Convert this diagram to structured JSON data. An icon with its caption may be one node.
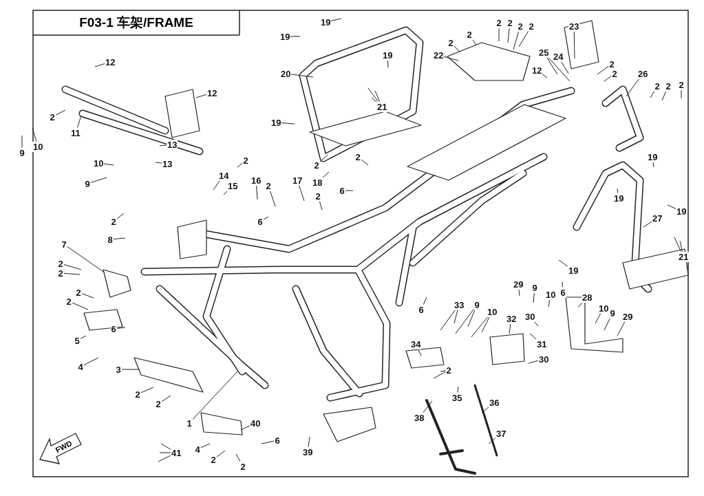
{
  "diagram": {
    "title": "F03-1 车架/FRAME",
    "nodes": [
      {
        "text": [
          "12"
        ]
      },
      {
        "text": [
          "12"
        ]
      },
      {
        "text": [
          "2"
        ]
      },
      {
        "text": [
          "11"
        ]
      },
      {
        "text": [
          "9"
        ]
      },
      {
        "text": [
          "10"
        ]
      },
      {
        "text": [
          "13"
        ]
      },
      {
        "text": [
          "13"
        ]
      },
      {
        "text": [
          "10"
        ]
      },
      {
        "text": [
          "9"
        ]
      },
      {
        "text": [
          "14"
        ]
      },
      {
        "text": [
          "15"
        ]
      },
      {
        "text": [
          "2"
        ]
      },
      {
        "text": [
          "8"
        ]
      },
      {
        "text": [
          "19"
        ]
      },
      {
        "text": [
          "19"
        ]
      },
      {
        "text": [
          "20"
        ]
      },
      {
        "text": [
          "19"
        ]
      },
      {
        "text": [
          "21"
        ]
      },
      {
        "text": [
          "22"
        ]
      },
      {
        "text": [
          "2"
        ]
      },
      {
        "text": [
          "2"
        ]
      },
      {
        "text": [
          "2"
        ]
      },
      {
        "text": [
          "2"
        ]
      },
      {
        "text": [
          "2"
        ]
      },
      {
        "text": [
          "2"
        ]
      },
      {
        "text": [
          "23"
        ]
      },
      {
        "text": [
          "25"
        ]
      },
      {
        "text": [
          "24"
        ]
      },
      {
        "text": [
          "12"
        ]
      },
      {
        "text": [
          "2"
        ]
      },
      {
        "text": [
          "2"
        ]
      },
      {
        "text": [
          "26"
        ]
      },
      {
        "text": [
          "2"
        ]
      },
      {
        "text": [
          "2"
        ]
      },
      {
        "text": [
          "2"
        ]
      },
      {
        "text": [
          "19"
        ]
      },
      {
        "text": [
          "2"
        ]
      },
      {
        "text": [
          "2"
        ]
      },
      {
        "text": [
          "2"
        ]
      },
      {
        "text": [
          "18"
        ]
      },
      {
        "text": [
          "16"
        ]
      },
      {
        "text": [
          "2"
        ]
      },
      {
        "text": [
          "17"
        ]
      },
      {
        "text": [
          "2"
        ]
      },
      {
        "text": [
          "6"
        ]
      },
      {
        "text": [
          "6"
        ]
      },
      {
        "text": [
          "19"
        ]
      },
      {
        "text": [
          "19"
        ]
      },
      {
        "text": [
          "19"
        ]
      },
      {
        "text": [
          "27"
        ]
      },
      {
        "text": [
          "7"
        ]
      },
      {
        "text": [
          "21"
        ]
      },
      {
        "text": [
          "2"
        ]
      },
      {
        "text": [
          "2"
        ]
      },
      {
        "text": [
          "2"
        ]
      },
      {
        "text": [
          "2"
        ]
      },
      {
        "text": [
          "19"
        ]
      },
      {
        "text": [
          "6"
        ]
      },
      {
        "text": [
          "6"
        ]
      },
      {
        "text": [
          "29"
        ]
      },
      {
        "text": [
          "9"
        ]
      },
      {
        "text": [
          "10"
        ]
      },
      {
        "text": [
          "28"
        ]
      },
      {
        "text": [
          "33"
        ]
      },
      {
        "text": [
          "9"
        ]
      },
      {
        "text": [
          "10"
        ]
      },
      {
        "text": [
          "32"
        ]
      },
      {
        "text": [
          "30"
        ]
      },
      {
        "text": [
          "10"
        ]
      },
      {
        "text": [
          "9"
        ]
      },
      {
        "text": [
          "29"
        ]
      },
      {
        "text": [
          "6"
        ]
      },
      {
        "text": [
          "5"
        ]
      },
      {
        "text": [
          "31"
        ]
      },
      {
        "text": [
          "34"
        ]
      },
      {
        "text": [
          "30"
        ]
      },
      {
        "text": [
          "4"
        ]
      },
      {
        "text": [
          "3"
        ]
      },
      {
        "text": [
          "2"
        ]
      },
      {
        "text": [
          "2"
        ]
      },
      {
        "text": [
          "2"
        ]
      },
      {
        "text": [
          "35"
        ]
      },
      {
        "text": [
          "36"
        ]
      },
      {
        "text": [
          "38"
        ]
      },
      {
        "text": [
          "1"
        ]
      },
      {
        "text": [
          "40"
        ]
      },
      {
        "text": [
          "37"
        ]
      },
      {
        "text": [
          "6"
        ]
      },
      {
        "text": [
          "4"
        ]
      },
      {
        "text": [
          "41"
        ]
      },
      {
        "text": [
          "39"
        ]
      },
      {
        "text": [
          "2"
        ]
      },
      {
        "text": [
          "2"
        ]
      }
    ],
    "edges": [
      {
        "from": 0,
        "to": null,
        "arrow": "none"
      },
      {
        "from": 1,
        "to": null,
        "arrow": "none"
      },
      {
        "from": 2,
        "to": null,
        "arrow": "none"
      },
      {
        "from": 3,
        "to": null,
        "arrow": "none"
      },
      {
        "from": 4,
        "to": null,
        "arrow": "none"
      },
      {
        "from": 5,
        "to": null,
        "arrow": "none"
      },
      {
        "from": 6,
        "to": null,
        "arrow": "none"
      },
      {
        "from": 7,
        "to": null,
        "arrow": "none"
      },
      {
        "from": 8,
        "to": null,
        "arrow": "none"
      },
      {
        "from": 9,
        "to": null,
        "arrow": "none"
      },
      {
        "from": 10,
        "to": null,
        "arrow": "none"
      },
      {
        "from": 11,
        "to": null,
        "arrow": "none"
      },
      {
        "from": 12,
        "to": null,
        "arrow": "none"
      },
      {
        "from": 13,
        "to": null,
        "arrow": "none"
      },
      {
        "from": 14,
        "to": null,
        "arrow": "none"
      },
      {
        "from": 15,
        "to": null,
        "arrow": "none"
      },
      {
        "from": 16,
        "to": null,
        "arrow": "none"
      },
      {
        "from": 17,
        "to": null,
        "arrow": "none"
      },
      {
        "from": 18,
        "to": null,
        "arrow": "none"
      },
      {
        "from": 18,
        "to": null,
        "arrow": "none"
      },
      {
        "from": 18,
        "to": null,
        "arrow": "none"
      },
      {
        "from": 19,
        "to": null,
        "arrow": "none"
      },
      {
        "from": 20,
        "to": null,
        "arrow": "none"
      },
      {
        "from": 21,
        "to": null,
        "arrow": "none"
      },
      {
        "from": 22,
        "to": null,
        "arrow": "none"
      },
      {
        "from": 23,
        "to": null,
        "arrow": "none"
      },
      {
        "from": 24,
        "to": null,
        "arrow": "none"
      },
      {
        "from": 25,
        "to": null,
        "arrow": "none"
      },
      {
        "from": 26,
        "to": null,
        "arrow": "none"
      },
      {
        "from": 27,
        "to": null,
        "arrow": "none"
      },
      {
        "from": 27,
        "to": null,
        "arrow": "none"
      },
      {
        "from": 28,
        "to": null,
        "arrow": "none"
      },
      {
        "from": 29,
        "to": null,
        "arrow": "none"
      },
      {
        "from": 30,
        "to": null,
        "arrow": "none"
      },
      {
        "from": 31,
        "to": null,
        "arrow": "none"
      },
      {
        "from": 32,
        "to": null,
        "arrow": "none"
      },
      {
        "from": 33,
        "to": null,
        "arrow": "none"
      },
      {
        "from": 34,
        "to": null,
        "arrow": "none"
      },
      {
        "from": 35,
        "to": null,
        "arrow": "none"
      },
      {
        "from": 36,
        "to": null,
        "arrow": "none"
      },
      {
        "from": 37,
        "to": null,
        "arrow": "none"
      },
      {
        "from": 38,
        "to": null,
        "arrow": "none"
      },
      {
        "from": 39,
        "to": null,
        "arrow": "none"
      },
      {
        "from": 40,
        "to": null,
        "arrow": "none"
      },
      {
        "from": 41,
        "to": null,
        "arrow": "none"
      },
      {
        "from": 42,
        "to": null,
        "arrow": "none"
      },
      {
        "from": 43,
        "to": null,
        "arrow": "none"
      },
      {
        "from": 44,
        "to": null,
        "arrow": "none"
      },
      {
        "from": 45,
        "to": null,
        "arrow": "none"
      },
      {
        "from": 46,
        "to": null,
        "arrow": "none"
      },
      {
        "from": 47,
        "to": null,
        "arrow": "none"
      },
      {
        "from": 48,
        "to": null,
        "arrow": "none"
      },
      {
        "from": 49,
        "to": null,
        "arrow": "none"
      },
      {
        "from": 50,
        "to": null,
        "arrow": "none"
      },
      {
        "from": 51,
        "to": null,
        "arrow": "none"
      },
      {
        "from": 52,
        "to": null,
        "arrow": "none"
      },
      {
        "from": 52,
        "to": null,
        "arrow": "none"
      },
      {
        "from": 53,
        "to": null,
        "arrow": "none"
      },
      {
        "from": 54,
        "to": null,
        "arrow": "none"
      },
      {
        "from": 55,
        "to": null,
        "arrow": "none"
      },
      {
        "from": 56,
        "to": null,
        "arrow": "none"
      },
      {
        "from": 57,
        "to": null,
        "arrow": "none"
      },
      {
        "from": 58,
        "to": null,
        "arrow": "none"
      },
      {
        "from": 59,
        "to": null,
        "arrow": "none"
      },
      {
        "from": 60,
        "to": null,
        "arrow": "none"
      },
      {
        "from": 61,
        "to": null,
        "arrow": "none"
      },
      {
        "from": 62,
        "to": null,
        "arrow": "none"
      },
      {
        "from": 63,
        "to": null,
        "arrow": "none"
      },
      {
        "from": 64,
        "to": null,
        "arrow": "none"
      },
      {
        "from": 64,
        "to": null,
        "arrow": "none"
      },
      {
        "from": 65,
        "to": null,
        "arrow": "none"
      },
      {
        "from": 65,
        "to": null,
        "arrow": "none"
      },
      {
        "from": 66,
        "to": null,
        "arrow": "none"
      },
      {
        "from": 66,
        "to": null,
        "arrow": "none"
      },
      {
        "from": 67,
        "to": null,
        "arrow": "none"
      },
      {
        "from": 68,
        "to": null,
        "arrow": "none"
      },
      {
        "from": 69,
        "to": null,
        "arrow": "none"
      },
      {
        "from": 70,
        "to": null,
        "arrow": "none"
      },
      {
        "from": 71,
        "to": null,
        "arrow": "none"
      },
      {
        "from": 72,
        "to": null,
        "arrow": "none"
      },
      {
        "from": 73,
        "to": null,
        "arrow": "none"
      },
      {
        "from": 74,
        "to": null,
        "arrow": "none"
      },
      {
        "from": 75,
        "to": null,
        "arrow": "none"
      },
      {
        "from": 76,
        "to": null,
        "arrow": "none"
      },
      {
        "from": 77,
        "to": null,
        "arrow": "none"
      },
      {
        "from": 78,
        "to": null,
        "arrow": "none"
      },
      {
        "from": 79,
        "to": null,
        "arrow": "none"
      },
      {
        "from": 79,
        "to": null,
        "arrow": "none"
      },
      {
        "from": 80,
        "to": null,
        "arrow": "none"
      },
      {
        "from": 81,
        "to": null,
        "arrow": "none"
      },
      {
        "from": 82,
        "to": null,
        "arrow": "none"
      },
      {
        "from": 83,
        "to": null,
        "arrow": "none"
      },
      {
        "from": 84,
        "to": null,
        "arrow": "none"
      },
      {
        "from": 85,
        "to": null,
        "arrow": "none"
      },
      {
        "from": 86,
        "to": null,
        "arrow": "none"
      },
      {
        "from": 87,
        "to": null,
        "arrow": "none"
      },
      {
        "from": 88,
        "to": null,
        "arrow": "none"
      },
      {
        "from": 89,
        "to": null,
        "arrow": "none"
      },
      {
        "from": 90,
        "to": null,
        "arrow": "none"
      },
      {
        "from": 90,
        "to": null,
        "arrow": "none"
      },
      {
        "from": 90,
        "to": null,
        "arrow": "none"
      },
      {
        "from": 91,
        "to": null,
        "arrow": "none"
      },
      {
        "from": 92,
        "to": null,
        "arrow": "none"
      },
      {
        "from": 93,
        "to": null,
        "arrow": "none"
      }
    ],
    "labels": [
      "FWD"
    ]
  }
}
